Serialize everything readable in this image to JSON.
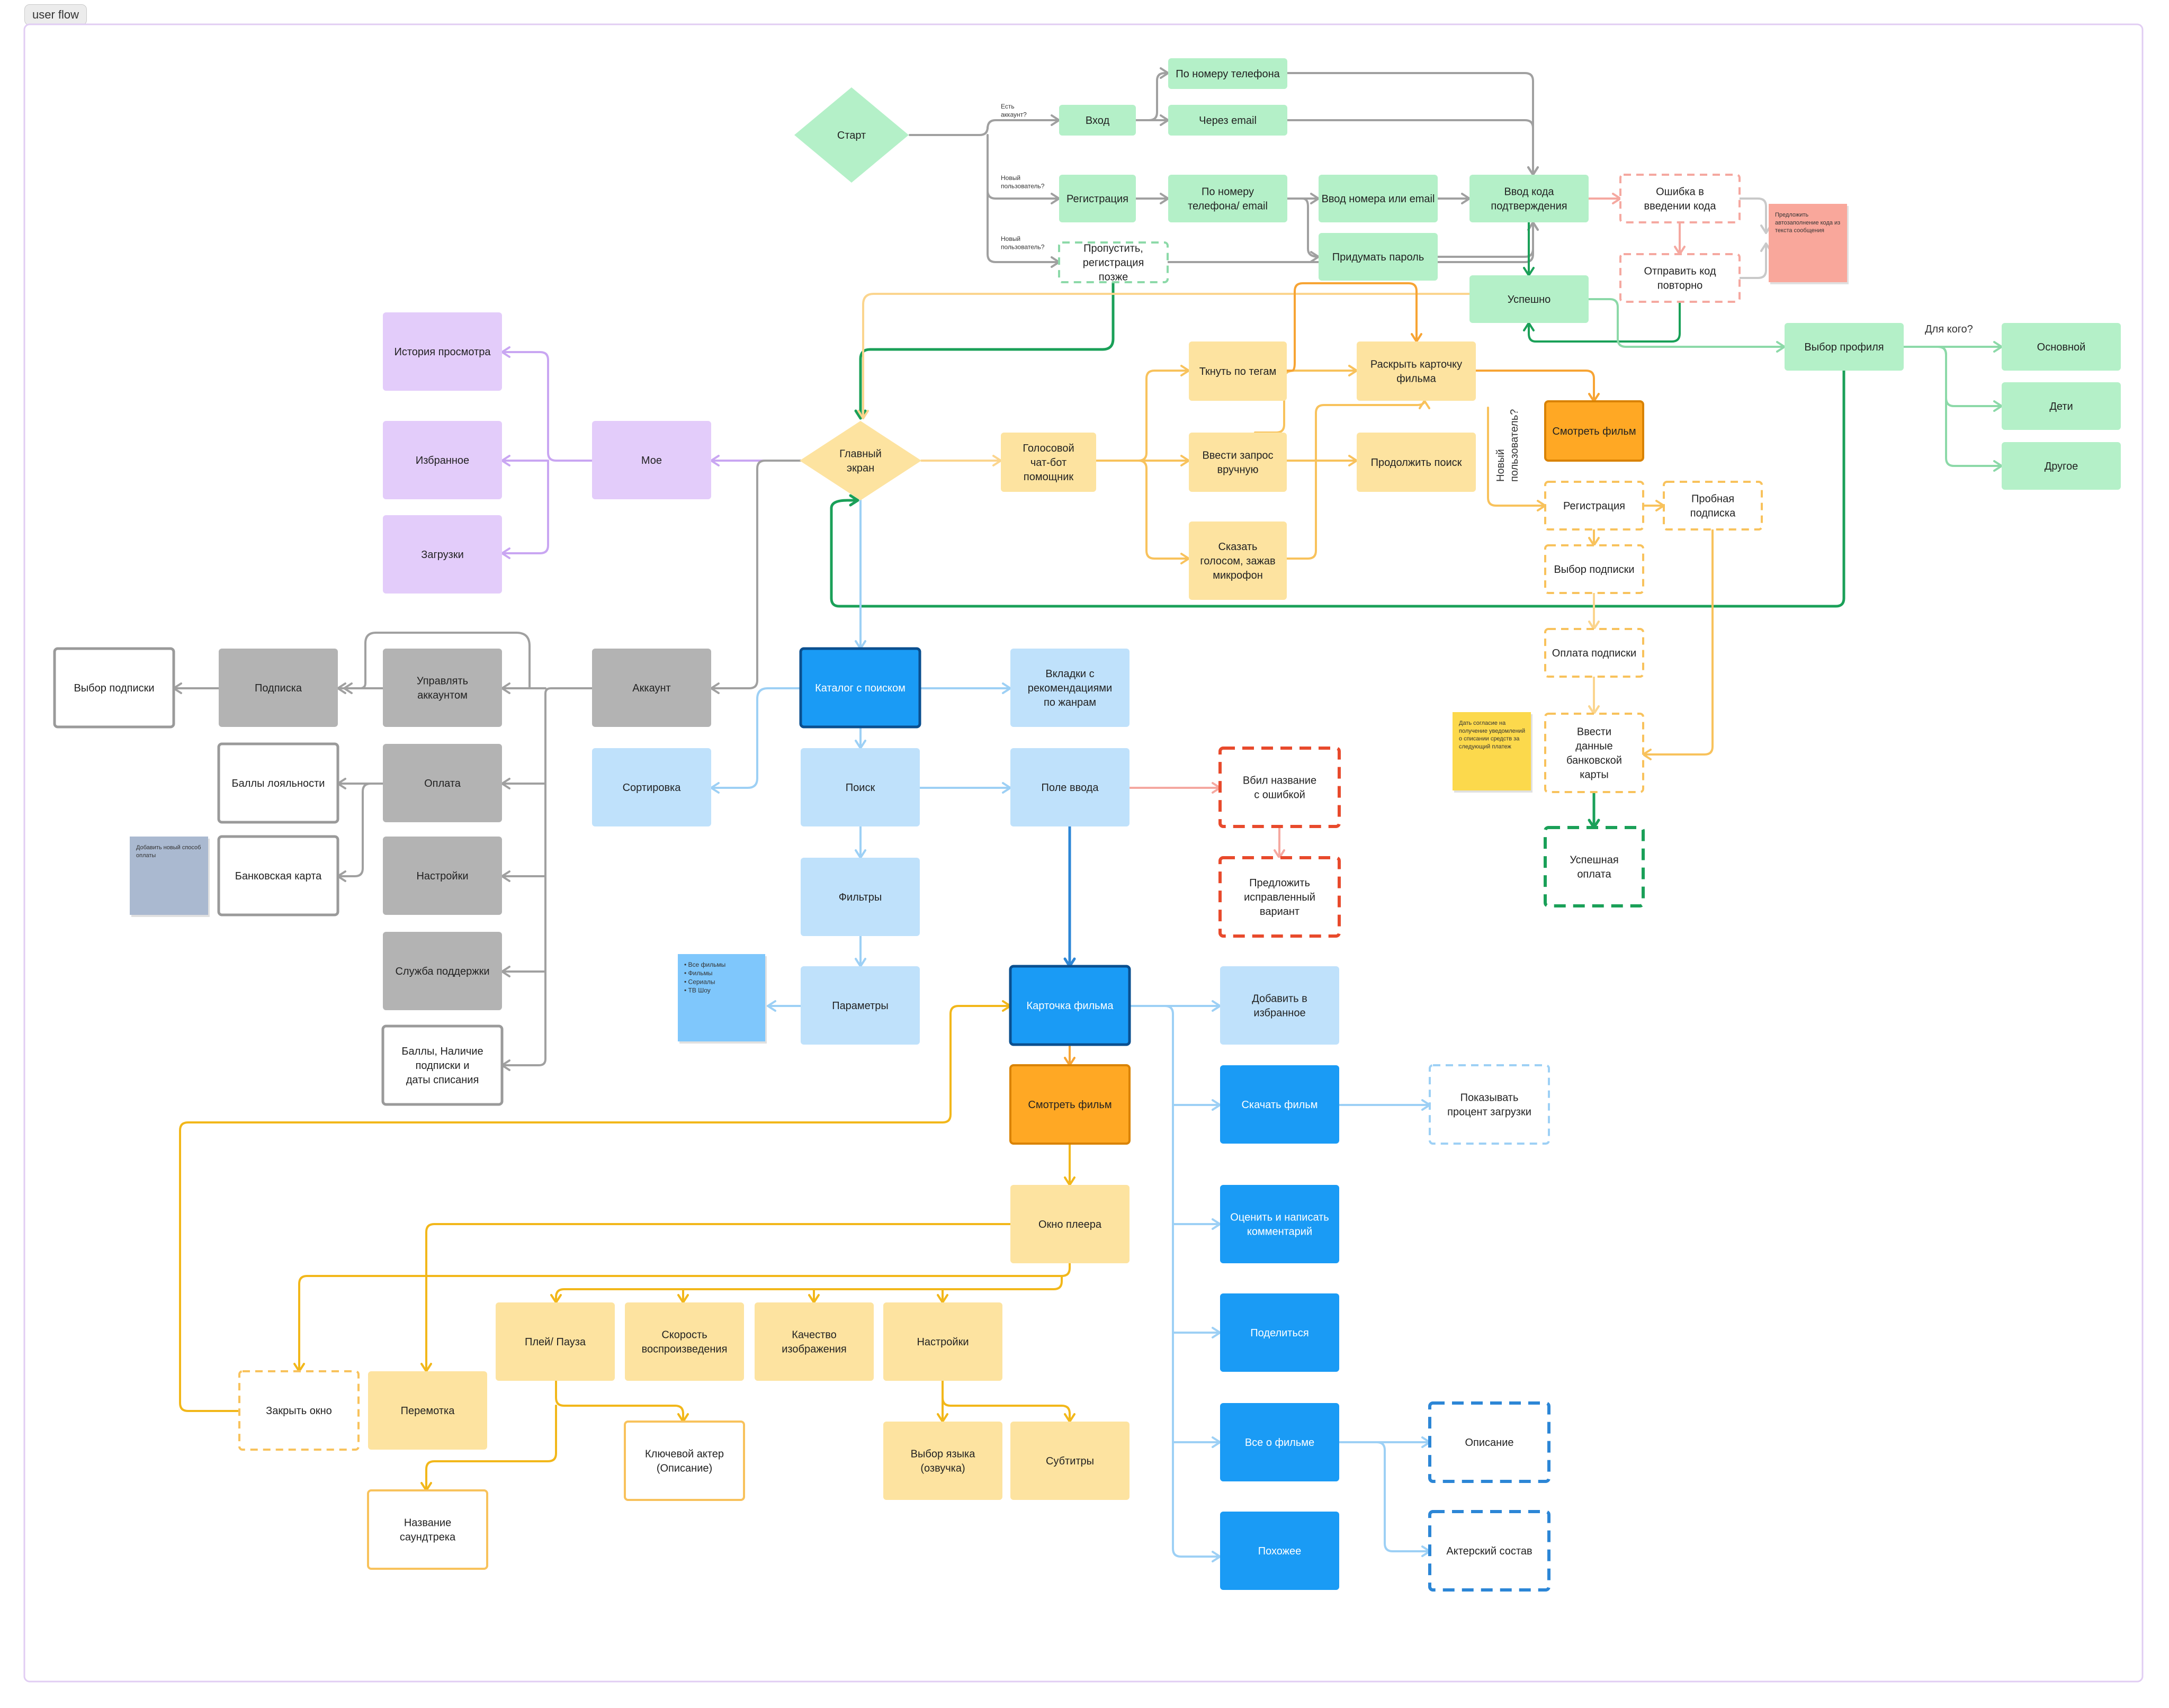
{
  "frame": {
    "title": "user flow"
  },
  "nodes": {
    "start": "Старт",
    "login": "Вход",
    "by_phone": "По номеру телефона",
    "by_email": "Через email",
    "registration": "Регистрация",
    "by_phone_email": "По номеру телефона/ email",
    "enter_number_email": "Ввод номера или email",
    "create_password": "Придумать пароль",
    "enter_code": "Ввод кода подтверждения",
    "code_error": "Ошибка в введении кода",
    "resend_code": "Отправить код повторно",
    "success": "Успешно",
    "skip_register_later": "Пропустить, регистрация позже",
    "choose_profile": "Выбор профиля",
    "profile_main": "Основной",
    "profile_kids": "Дети",
    "profile_other": "Другое",
    "main_screen": "Главный экран",
    "my": "Мое",
    "history": "История просмотра",
    "favorites": "Избранное",
    "downloads": "Загрузки",
    "voice_bot": "Голосовой чат-бот помощник",
    "tap_tags": "Ткнуть по тегам",
    "manual_query": "Ввести запрос вручную",
    "say_voice": "Сказать голосом, зажав микрофон",
    "open_card": "Раскрыть карточку фильма",
    "continue_search": "Продолжить поиск",
    "watch_film_top": "Смотреть фильм",
    "reg_sub": "Регистрация",
    "trial_sub": "Пробная подписка",
    "choose_sub_top": "Выбор подписки",
    "pay_sub": "Оплата подписки",
    "enter_card": "Ввести данные банковской карты",
    "success_pay": "Успешная оплата",
    "account": "Аккаунт",
    "subscription": "Подписка",
    "choose_sub": "Выбор подписки",
    "manage_account": "Управлять аккаунтом",
    "payment": "Оплата",
    "loyalty": "Баллы лояльности",
    "bank_card": "Банковская карта",
    "settings_acc": "Настройки",
    "support": "Служба поддержки",
    "points_info": "Баллы, Наличие подписки и даты списания",
    "catalog": "Каталог с поиском",
    "tabs_recs": "Вкладки с рекомендациями по жанрам",
    "sorting": "Сортировка",
    "search": "Поиск",
    "input_field": "Поле ввода",
    "typo": "Вбил название с ошибкой",
    "suggest_fix": "Предложить исправленный вариант",
    "filters": "Фильтры",
    "params": "Параметры",
    "film_card": "Карточка фильма",
    "add_fav": "Добавить в избранное",
    "download": "Скачать фильм",
    "show_progress": "Показывать процент загрузки",
    "rate": "Оценить и написать комментарий",
    "share": "Поделиться",
    "about": "Все о фильме",
    "description": "Описание",
    "similar": "Похожее",
    "cast": "Актерский состав",
    "watch_film": "Смотреть фильм",
    "player": "Окно плеера",
    "play_pause": "Плей/ Пауза",
    "speed": "Скорость воспроизведения",
    "quality": "Качество изображения",
    "settings_player": "Настройки",
    "close_window": "Закрыть окно",
    "rewind": "Перемотка",
    "key_actor": "Ключевой актер (Описание)",
    "language": "Выбор языка (озвучка)",
    "subtitles": "Субтитры",
    "soundtrack": "Название саундтрека"
  },
  "edge_labels": {
    "has_account": "Есть аккаунт?",
    "new_user_1": "Новый пользователь?",
    "new_user_2": "Новый пользователь?",
    "for_whom": "Для кого?",
    "new_user_vertical": "Новый пользователь?"
  },
  "sticky_notes": {
    "pink": "Предложить автозаполнение кода из текста сообщения",
    "yellow": "Дать согласие на получение уведомлений о списании средств за следующий платеж",
    "grey": "Добавить новый способ оплаты",
    "blue_items": [
      "Все фильмы",
      "Фильмы",
      "Сериалы",
      "ТВ Шоу"
    ]
  },
  "colors": {
    "green": "#b4f0c8",
    "green_line": "#8cd9a8",
    "green_dark": "#1aa058",
    "purple": "#e3ccfa",
    "purple_line": "#c9a6f2",
    "yellow": "#fde3a0",
    "yellow_line": "#f8c25c",
    "yellow_dark": "#f2b71a",
    "orange": "#ffa824",
    "grey": "#b3b3b3",
    "grey_line": "#a0a0a0",
    "lightblue": "#bfe1fb",
    "lightblue_line": "#9dd0f5",
    "blue": "#1a9bf5",
    "blue_line": "#2c86d6",
    "red_dash": "#e84a2c"
  }
}
